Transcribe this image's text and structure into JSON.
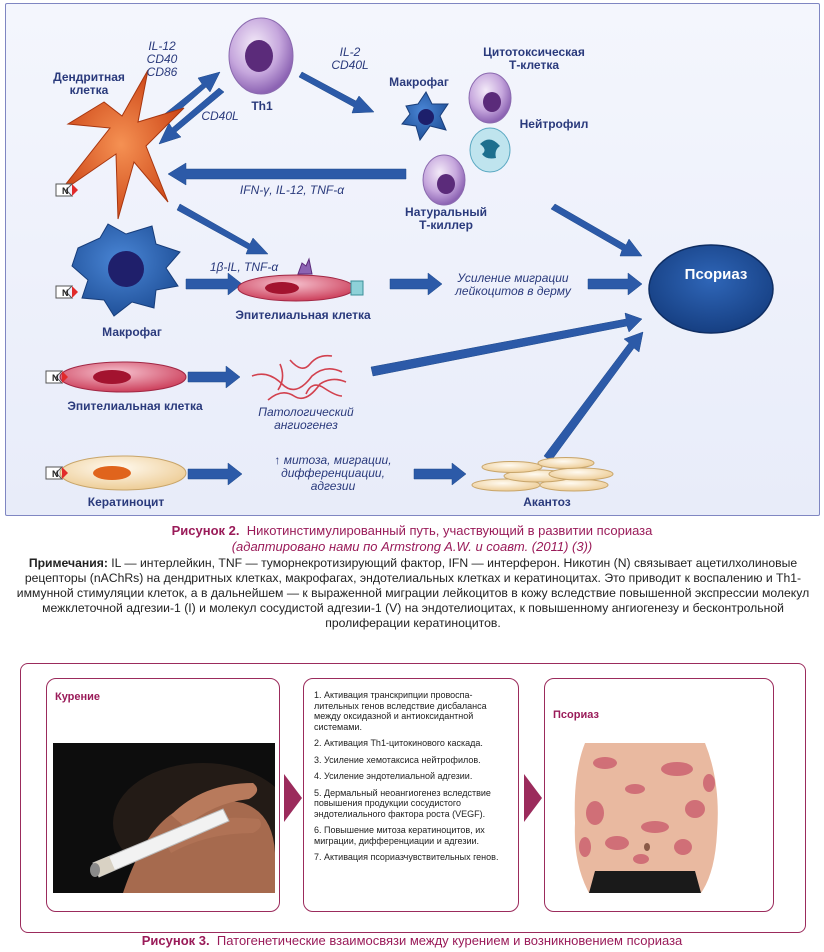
{
  "figure2": {
    "labels": {
      "dendritic": "Дендритная\nклетка",
      "th1": "Th1",
      "macrophage_top": "Макрофаг",
      "cytotoxic": "Цитотоксическая\nТ-клетка",
      "neutrophil": "Нейтрофил",
      "nk": "Натуральный\nТ-киллер",
      "macrophage": "Макрофаг",
      "epithelial_mid": "Эпителиальная клетка",
      "epithelial_low": "Эпителиальная клетка",
      "keratinocyte": "Кератиноцит",
      "acanthosis": "Акантоз",
      "psoriasis": "Псориаз",
      "nicotine": "N"
    },
    "arrow_labels": {
      "to_th1": "IL-12\nCD40\nCD86",
      "from_th1": "CD40L",
      "th1_to_cells": "IL-2\nCD40L",
      "cells_to_dc": "IFN-γ, IL-12, TNF-α",
      "mac_to_epi": "1β-IL, TNF-α",
      "migration": "Усиление миграции\nлейкоцитов в дерму",
      "angiogenesis": "Патологический\nангиогенез",
      "keratinocyte_effects": "↑ митоза, миграции,\nдифференциации,\nадгезии"
    },
    "caption_title": "Рисунок 2.",
    "caption_text": "Никотинстимулированный путь, участвующий в развитии псориаза",
    "caption_sub": "(адаптировано нами по Armstrong A.W. и соавт. (2011) (3))",
    "notes_label": "Примечания:",
    "notes_text": "IL — интерлейкин, TNF — туморнекротизирующий фактор, IFN — интерферон. Никотин (N) связывает ацетилхолиновые рецепторы (nAChRs) на дендритных клетках, макрофагах, эндотелиальных клетках и кератиноцитах. Это приводит к воспалению и Th1-иммунной стимуляции клеток, а в дальнейшем — к выраженной миграции лейкоцитов в кожу вследствие повышенной экспрессии молекул межклеточной адгезии-1 (I) и молекул сосудистой адгезии-1 (V) на эндотелиоцитах, к повышенному ангиогенезу и бесконтрольной пролиферации кератиноцитов."
  },
  "figure3": {
    "smoking_title": "Курение",
    "psoriasis_title": "Псориаз",
    "steps": [
      "1. Активация транскрипции провоспа-лительных генов вследствие дисбаланса между оксидазной и антиоксидантной системами.",
      "2. Активация Th1-цитокинового каскада.",
      "3. Усиление хемотаксиса нейтрофилов.",
      "4. Усиление эндотелиальной адгезии.",
      "5. Дермальный неоангиогенез вследствие повышения продукции сосудистого эндотелиального фактора роста (VEGF).",
      "6. Повышение митоза кератиноцитов, их миграции, дифференциации и адгезии.",
      "7. Активация псориазчувствительных генов."
    ],
    "caption_title": "Рисунок 3.",
    "caption_text": "Патогенетические взаимосвязи между курением и возникновением псориаза"
  },
  "colors": {
    "arrow": "#2c5aa8",
    "label": "#2a3a7c",
    "accent": "#9a1b59",
    "psoriasis": "#1f4f99",
    "dendritic": "#e2571c"
  }
}
